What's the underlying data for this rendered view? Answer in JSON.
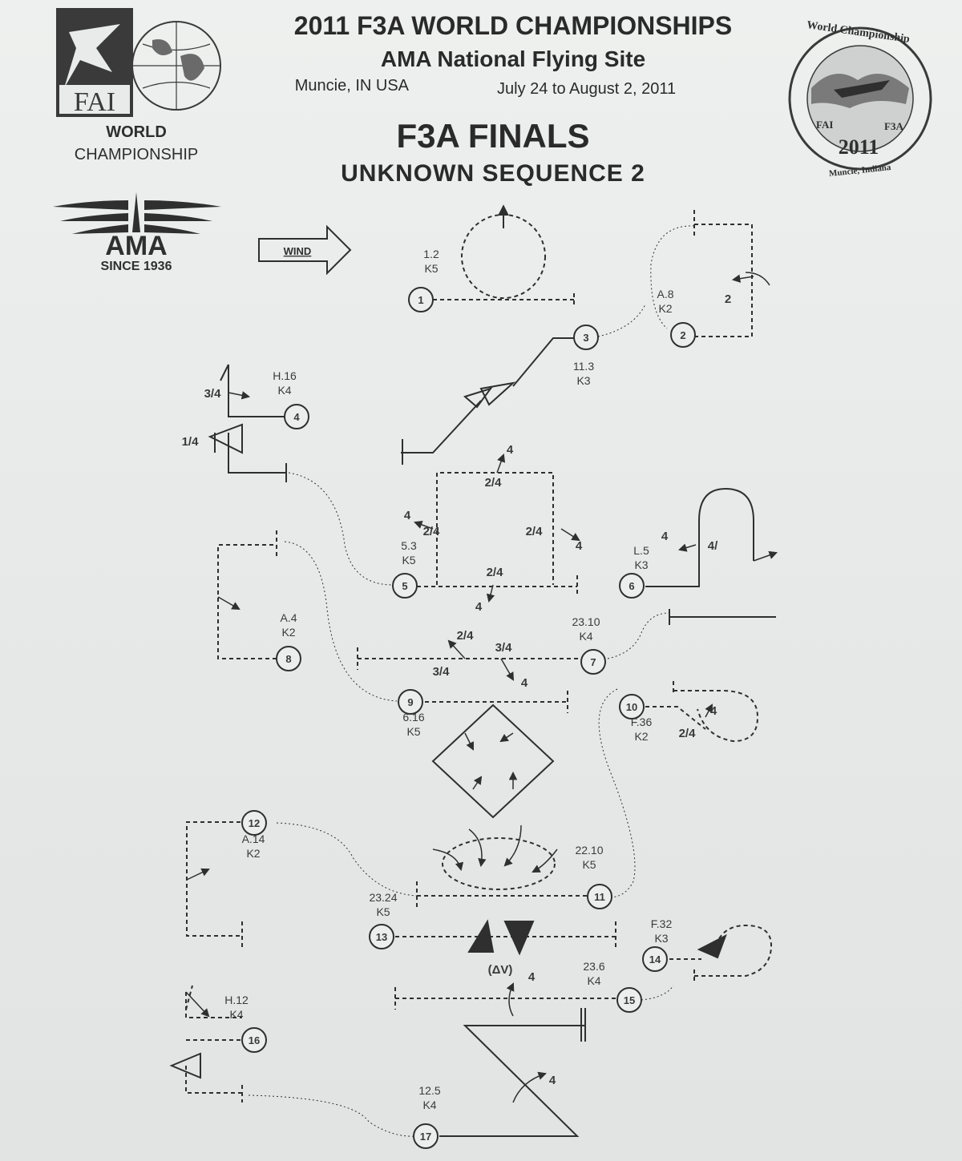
{
  "header": {
    "title": "2011 F3A WORLD CHAMPIONSHIPS",
    "site": "AMA National Flying Site",
    "location": "Muncie, IN  USA",
    "dates": "July 24 to August 2, 2011",
    "main_title": "F3A FINALS",
    "subtitle": "UNKNOWN SEQUENCE  2"
  },
  "logos": {
    "fai_text": "FAI",
    "fai_caption_line1": "WORLD",
    "fai_caption_line2": "CHAMPIONSHIP",
    "ama_text": "AMA",
    "ama_since": "SINCE 1936",
    "badge_top": "World Championship",
    "badge_fai": "FAI",
    "badge_f3a": "F3A",
    "badge_year": "2011",
    "badge_bottom": "Muncie, Indiana"
  },
  "wind_label": "WIND",
  "maneuvers": [
    {
      "num": "1",
      "code": "1.2",
      "k": "K5"
    },
    {
      "num": "2",
      "code": "A.8",
      "k": "K2"
    },
    {
      "num": "3",
      "code": "11.3",
      "k": "K3"
    },
    {
      "num": "4",
      "code": "H.16",
      "k": "K4"
    },
    {
      "num": "5",
      "code": "5.3",
      "k": "K5"
    },
    {
      "num": "6",
      "code": "L.5",
      "k": "K3"
    },
    {
      "num": "7",
      "code": "23.10",
      "k": "K4"
    },
    {
      "num": "8",
      "code": "A.4",
      "k": "K2"
    },
    {
      "num": "9",
      "code": "6.16",
      "k": "K5"
    },
    {
      "num": "10",
      "code": "F.36",
      "k": "K2"
    },
    {
      "num": "11",
      "code": "22.10",
      "k": "K5"
    },
    {
      "num": "12",
      "code": "A.14",
      "k": "K2"
    },
    {
      "num": "13",
      "code": "23.24",
      "k": "K5"
    },
    {
      "num": "14",
      "code": "F.32",
      "k": "K3"
    },
    {
      "num": "15",
      "code": "23.6",
      "k": "K4"
    },
    {
      "num": "16",
      "code": "H.12",
      "k": "K4"
    },
    {
      "num": "17",
      "code": "12.5",
      "k": "K4"
    }
  ],
  "roll_marks": [
    "2",
    "3/4",
    "1/4",
    "4",
    "2/4",
    "2/4",
    "2/4",
    "2/4",
    "4",
    "4",
    "4",
    "4",
    "4/",
    "2/4",
    "3/4",
    "3/4",
    "4",
    "4",
    "2/4",
    "4",
    "(ΔV)",
    "4",
    "2"
  ],
  "colors": {
    "ink": "#2f2f2f",
    "paper": "#e9ebeb"
  }
}
